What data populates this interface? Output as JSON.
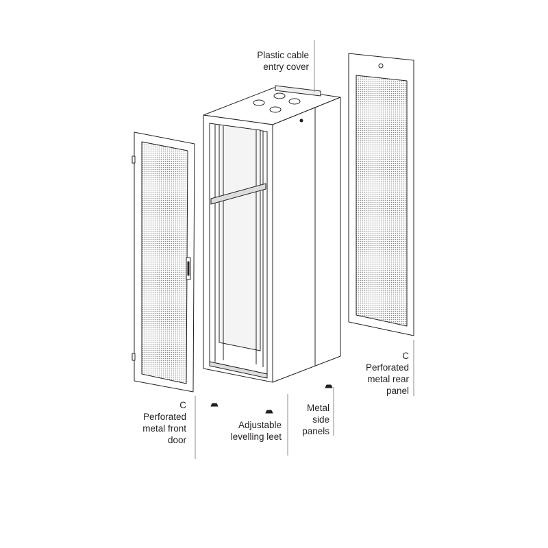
{
  "labels": {
    "cable_cover": {
      "lines": [
        "Plastic cable",
        "entry cover"
      ]
    },
    "front_door": {
      "marker": "C",
      "lines": [
        "Perforated",
        "metal front",
        "door"
      ]
    },
    "feet": {
      "lines": [
        "Adjustable",
        "levelling leet"
      ]
    },
    "side_panels": {
      "lines": [
        "Metal",
        "side",
        "panels"
      ]
    },
    "rear_panel": {
      "marker": "C",
      "lines": [
        "Perforated",
        "metal rear",
        "panel"
      ]
    }
  },
  "colors": {
    "line": "#231f20",
    "mesh": "#9a9a9a",
    "leader": "#8c8c8c"
  }
}
